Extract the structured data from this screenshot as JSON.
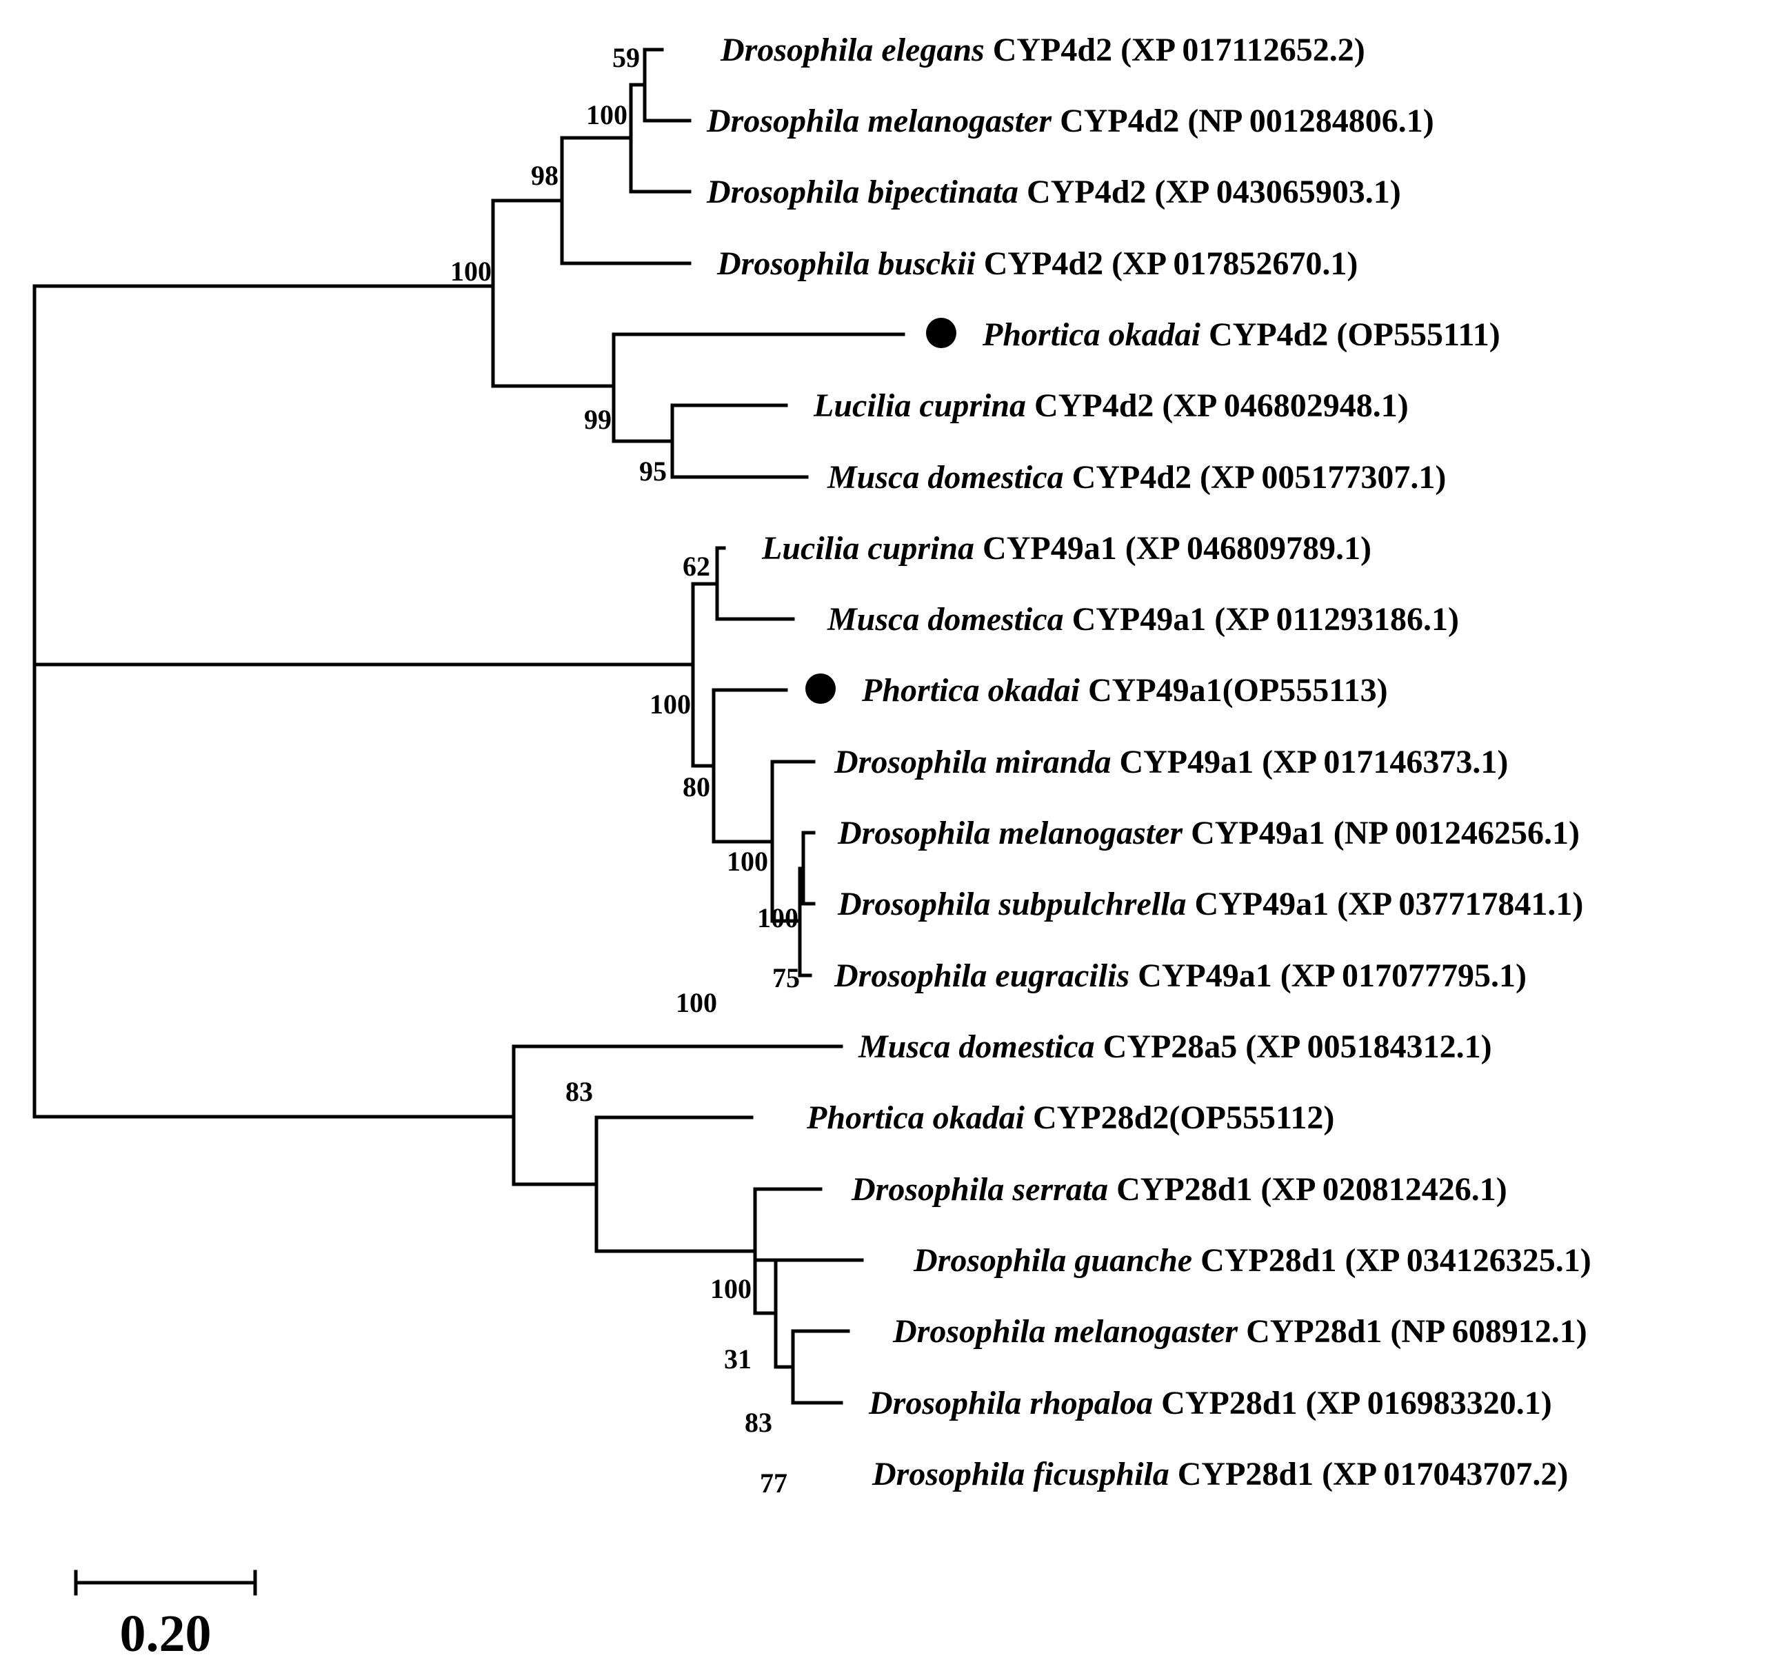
{
  "tree": {
    "leaves": [
      {
        "species": "Drosophila elegans",
        "gene": "CYP4d2 (XP 017112652.2)",
        "marked": false
      },
      {
        "species": "Drosophila melanogaster",
        "gene": "CYP4d2 (NP 001284806.1)",
        "marked": false
      },
      {
        "species": "Drosophila bipectinata",
        "gene": "CYP4d2 (XP 043065903.1)",
        "marked": false
      },
      {
        "species": "Drosophila busckii",
        "gene": "CYP4d2 (XP 017852670.1)",
        "marked": false
      },
      {
        "species": "Phortica okadai",
        "gene": "CYP4d2 (OP555111)",
        "marked": true
      },
      {
        "species": "Lucilia cuprina",
        "gene": "CYP4d2 (XP 046802948.1)",
        "marked": false
      },
      {
        "species": "Musca domestica",
        "gene": "CYP4d2 (XP 005177307.1)",
        "marked": false
      },
      {
        "species": "Lucilia cuprina",
        "gene": "CYP49a1 (XP 046809789.1)",
        "marked": false
      },
      {
        "species": "Musca domestica",
        "gene": "CYP49a1 (XP 011293186.1)",
        "marked": false
      },
      {
        "species": "Phortica okadai",
        "gene": "CYP49a1(OP555113)",
        "marked": true
      },
      {
        "species": "Drosophila miranda",
        "gene": "CYP49a1 (XP 017146373.1)",
        "marked": false
      },
      {
        "species": "Drosophila melanogaster",
        "gene": "CYP49a1 (NP 001246256.1)",
        "marked": false
      },
      {
        "species": "Drosophila subpulchrella",
        "gene": "CYP49a1 (XP 037717841.1)",
        "marked": false
      },
      {
        "species": "Drosophila eugracilis",
        "gene": "CYP49a1 (XP 017077795.1)",
        "marked": false
      },
      {
        "species": "Musca domestica",
        "gene": "CYP28a5 (XP 005184312.1)",
        "marked": false
      },
      {
        "species": "Phortica okadai",
        "gene": "CYP28d2(OP555112)",
        "marked": true
      },
      {
        "species": "Drosophila serrata",
        "gene": "CYP28d1 (XP 020812426.1)",
        "marked": false
      },
      {
        "species": "Drosophila guanche",
        "gene": "CYP28d1 (XP 034126325.1)",
        "marked": false
      },
      {
        "species": "Drosophila melanogaster",
        "gene": "CYP28d1 (NP 608912.1)",
        "marked": false
      },
      {
        "species": "Drosophila rhopaloa",
        "gene": "CYP28d1 (XP 016983320.1)",
        "marked": false
      },
      {
        "species": "Drosophila ficusphila",
        "gene": "CYP28d1 (XP 017043707.2)",
        "marked": false
      }
    ],
    "support_values": [
      "59",
      "100",
      "98",
      "100",
      "99",
      "95",
      "62",
      "100",
      "80",
      "100",
      "100",
      "75",
      "100",
      "83",
      "100",
      "31",
      "83",
      "77"
    ],
    "marker_color": "#000000",
    "line_color": "#000000"
  },
  "scale_bar": {
    "label": "0.20"
  }
}
